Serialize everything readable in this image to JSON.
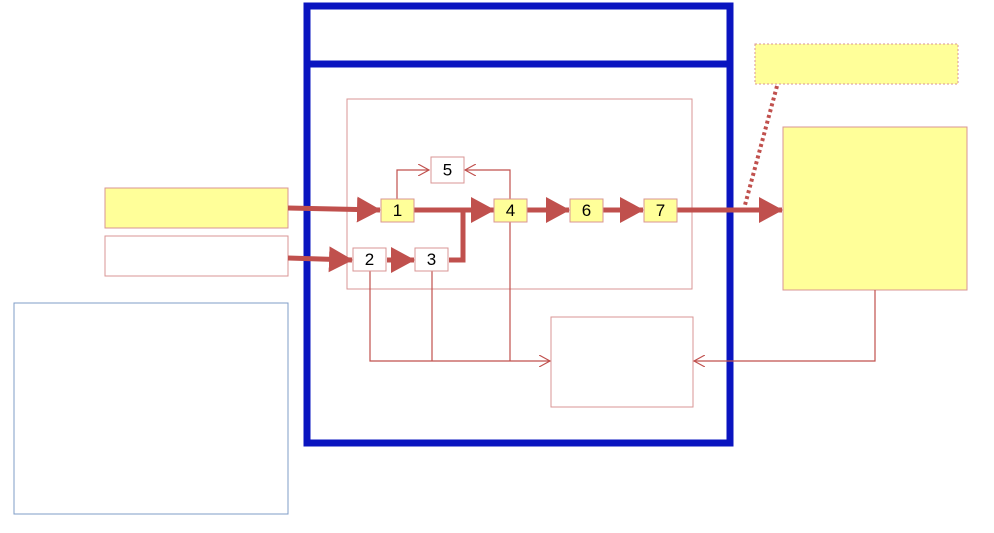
{
  "colors": {
    "frame_blue": "#0a14c0",
    "flow_red": "#c0504d",
    "thin_red": "#c0504d",
    "yellow_fill": "#ffff99",
    "yellow_border": "#d99694",
    "blue_outline": "#7f9cc7"
  },
  "nodes": {
    "n1": "1",
    "n2": "2",
    "n3": "3",
    "n4": "4",
    "n5": "5",
    "n6": "6",
    "n7": "7"
  }
}
